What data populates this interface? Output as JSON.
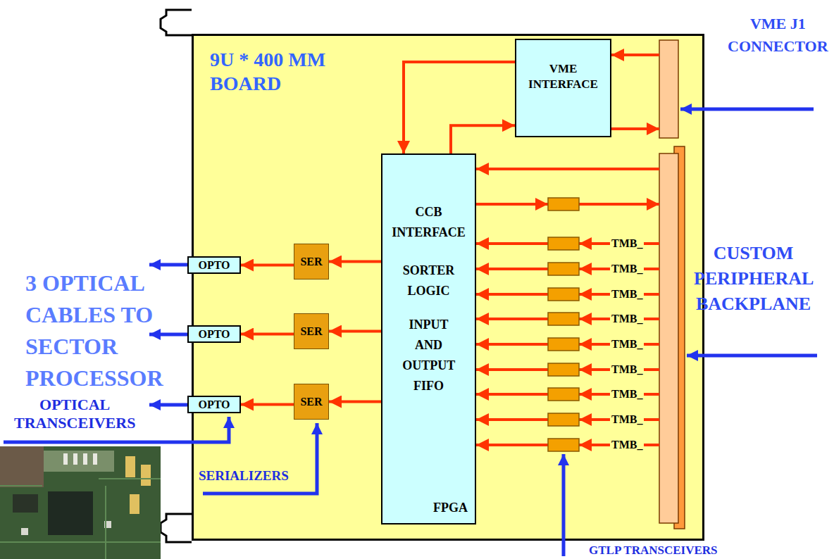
{
  "diagram": {
    "nodes": [
      {
        "text": [
          "9U * 400 MM BOARD"
        ]
      },
      {
        "text": [
          "VME INTERFACE"
        ],
        "in": 0
      },
      {
        "text": [
          "CCB INTERFACE",
          "SORTER LOGIC",
          "INPUT AND OUTPUT FIFO",
          "FPGA"
        ],
        "in": 0
      },
      {
        "text": [
          "OPTO"
        ],
        "in": 0
      },
      {
        "text": [
          "SER"
        ],
        "in": 0
      },
      {
        "text": [
          "OPTO"
        ],
        "in": 0
      },
      {
        "text": [
          "SER"
        ],
        "in": 0
      },
      {
        "text": [
          "OPTO"
        ],
        "in": 0
      },
      {
        "text": [
          "SER"
        ],
        "in": 0
      }
    ],
    "edges": [
      {
        "from": 1,
        "to": 2,
        "arrow": "to"
      },
      {
        "from": 2,
        "to": 1,
        "arrow": "to"
      },
      {
        "from": 2,
        "to": 4,
        "arrow": "to"
      },
      {
        "from": 4,
        "to": 3,
        "arrow": "to"
      },
      {
        "from": 2,
        "to": 6,
        "arrow": "to"
      },
      {
        "from": 6,
        "to": 5,
        "arrow": "to"
      },
      {
        "from": 2,
        "to": 8,
        "arrow": "to"
      },
      {
        "from": 8,
        "to": 7,
        "arrow": "to"
      }
    ],
    "labels": [
      "VME J1 CONNECTOR",
      "CUSTOM PERIPHERAL BACKPLANE",
      "TMB_",
      "TMB_",
      "TMB_",
      "TMB_",
      "TMB_",
      "TMB_",
      "TMB_",
      "TMB_",
      "TMB_",
      "3 OPTICAL CABLES TO SECTOR PROCESSOR",
      "OPTICAL TRANSCEIVERS",
      "SERIALIZERS",
      "GTLP TRANSCEIVERS"
    ]
  }
}
